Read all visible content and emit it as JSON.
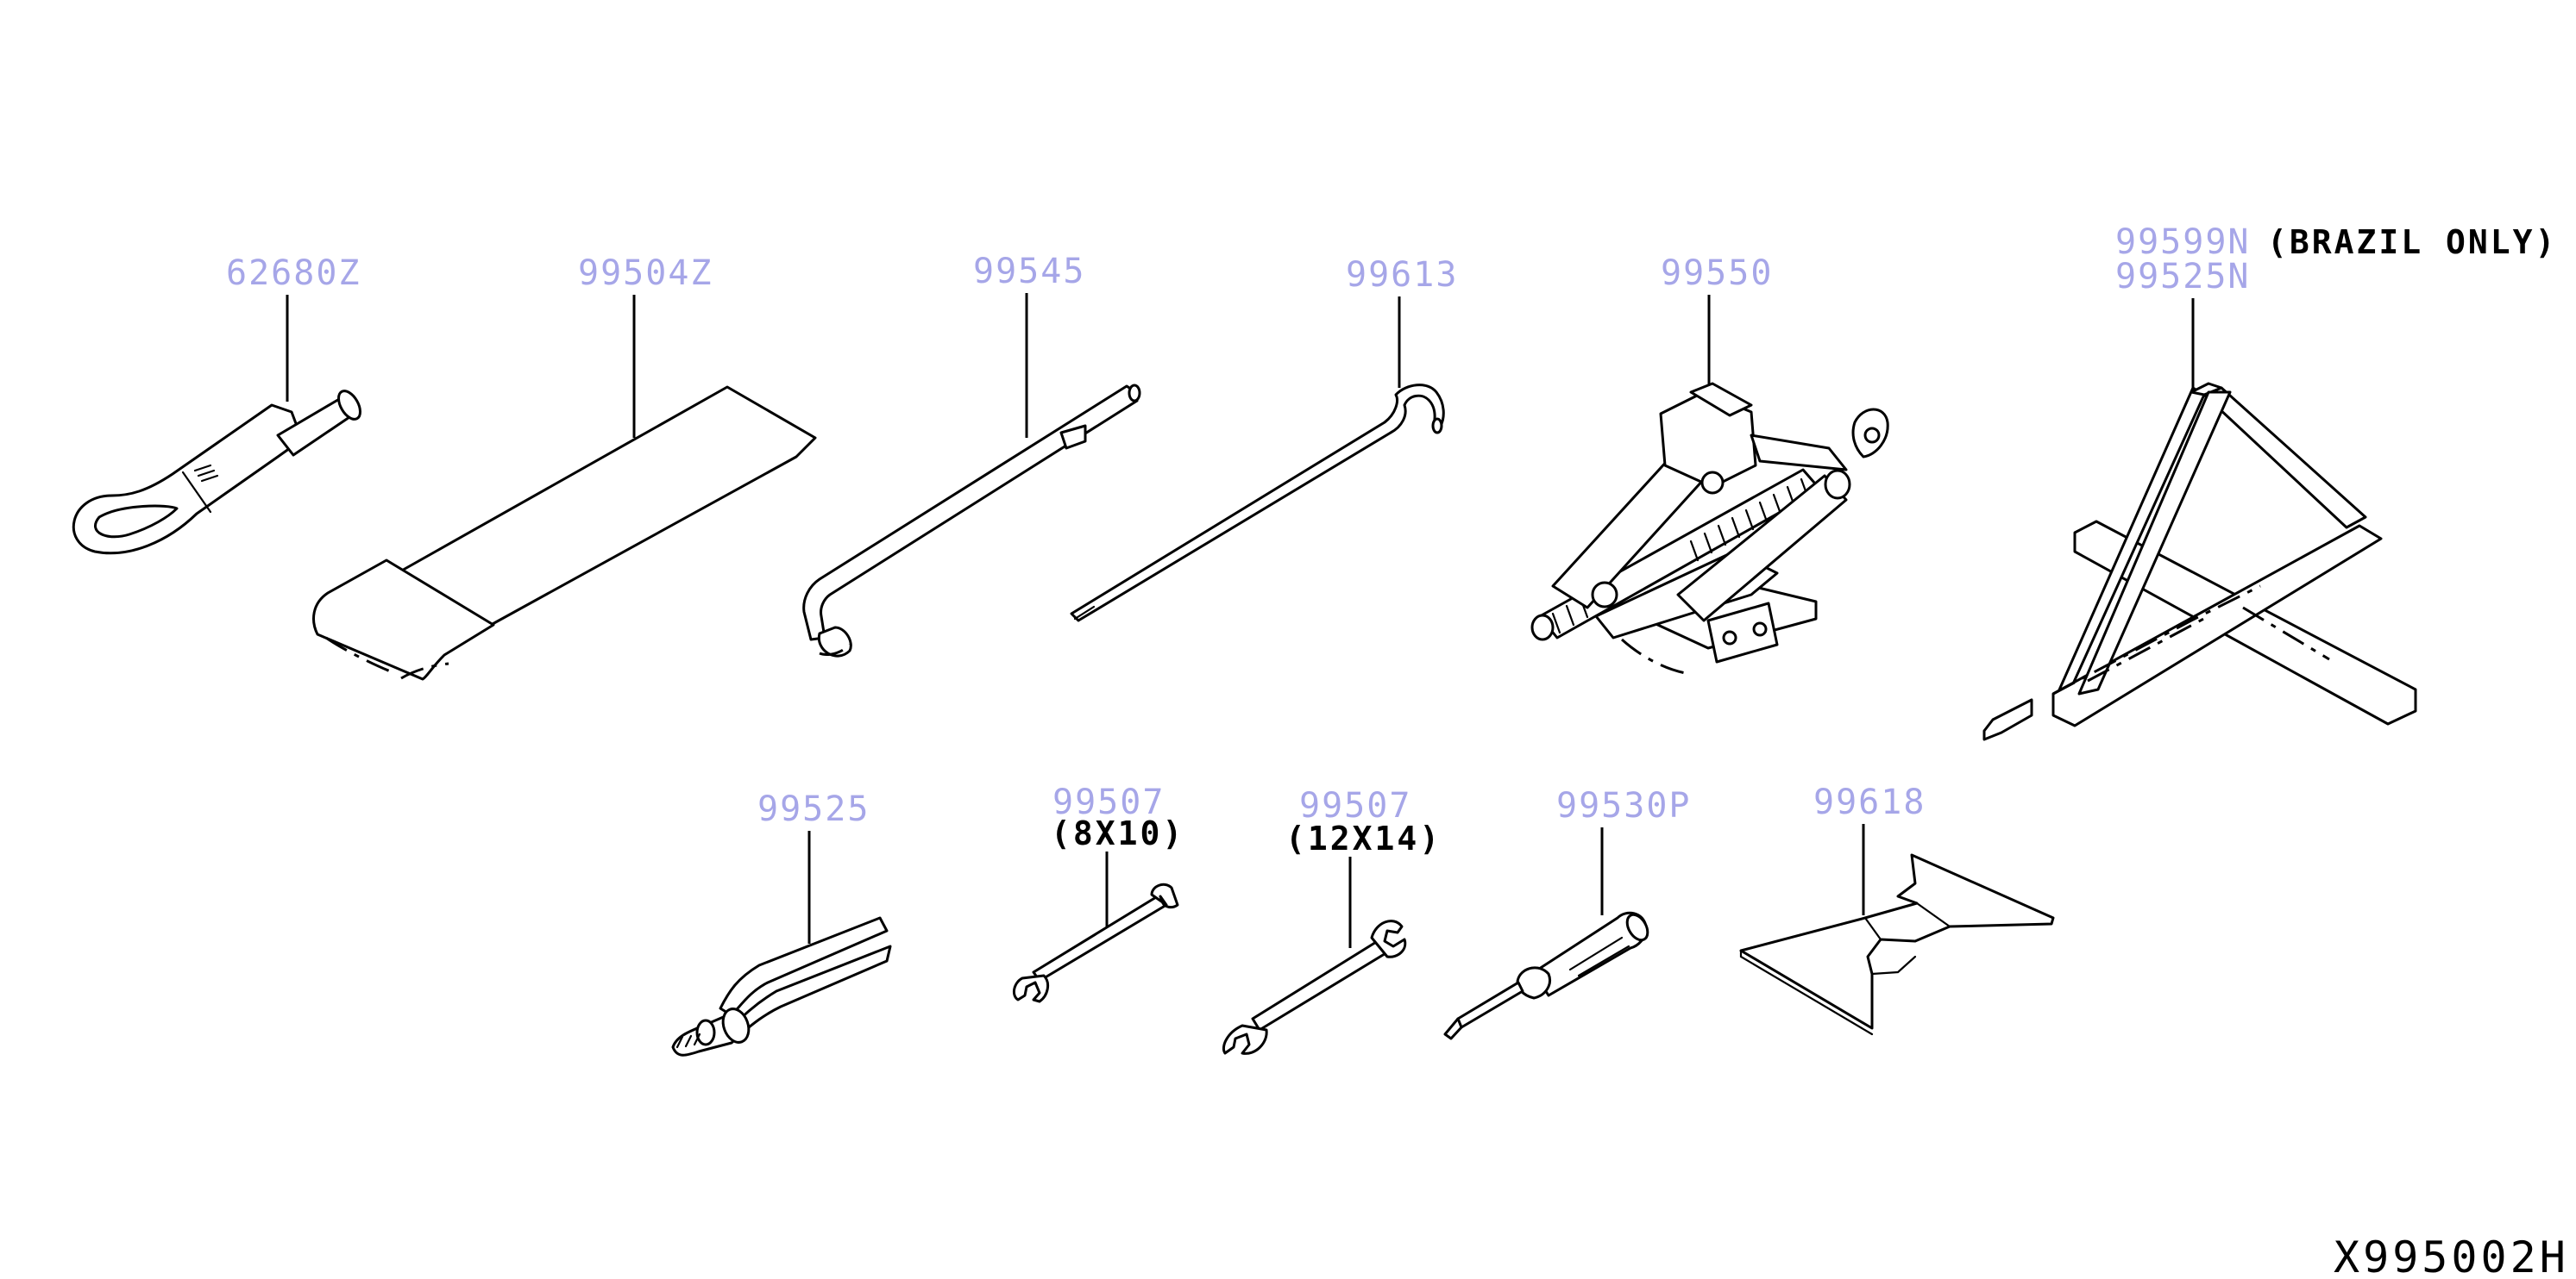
{
  "parts": [
    {
      "id": "towing-hook",
      "number": "62680Z"
    },
    {
      "id": "tool-bag",
      "number": "99504Z"
    },
    {
      "id": "wheel-nut-wrench",
      "number": "99545"
    },
    {
      "id": "jack-handle",
      "number": "99613"
    },
    {
      "id": "jack",
      "number": "99550"
    },
    {
      "id": "warning-triangle-brazil",
      "number": "99599N",
      "note": "(BRAZIL ONLY)"
    },
    {
      "id": "warning-triangle",
      "number": "99525N"
    },
    {
      "id": "pliers",
      "number": "99525"
    },
    {
      "id": "spanner-small",
      "number": "99507",
      "note": "(8X10)"
    },
    {
      "id": "spanner-large",
      "number": "99507",
      "note": "(12X14)"
    },
    {
      "id": "screwdriver",
      "number": "99530P"
    },
    {
      "id": "tool-wrap",
      "number": "99618"
    }
  ],
  "diagram_code": "X995002H",
  "colors": {
    "part_number": "#a6a6e8",
    "line": "#000000",
    "background": "#ffffff"
  }
}
